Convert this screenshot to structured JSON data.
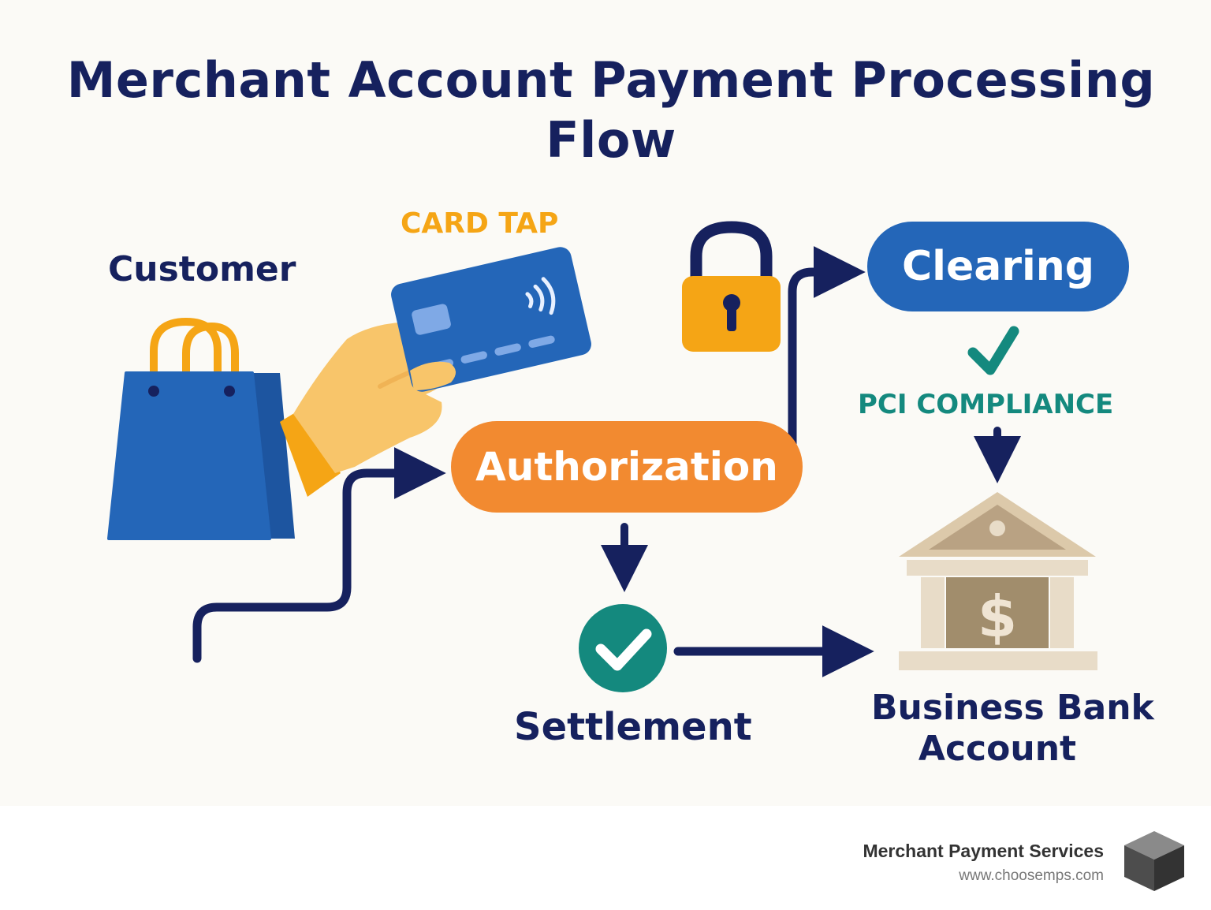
{
  "title": "Merchant Account Payment Processing Flow",
  "nodes": {
    "customer": "Customer",
    "card_tap": "CARD TAP",
    "authorization": "Authorization",
    "clearing": "Clearing",
    "pci_compliance": "PCI COMPLIANCE",
    "settlement": "Settlement",
    "bank_line1": "Business Bank",
    "bank_line2": "Account"
  },
  "edges": [
    {
      "from": "customer",
      "to": "authorization"
    },
    {
      "from": "authorization",
      "to": "clearing"
    },
    {
      "from": "authorization",
      "to": "settlement"
    },
    {
      "from": "clearing",
      "to": "business_bank_account",
      "via": "pci_compliance"
    },
    {
      "from": "settlement",
      "to": "business_bank_account"
    }
  ],
  "footer": {
    "brand": "Merchant Payment Services",
    "url": "www.choosemps.com"
  },
  "colors": {
    "navy": "#16215e",
    "blue": "#2466b8",
    "orange": "#f28a30",
    "amber": "#f5a515",
    "teal": "#14897e",
    "bank_tan": "#dcc9aa",
    "background": "#fbfaf6"
  },
  "icons": [
    "shopping-bag-icon",
    "hand-icon",
    "credit-card-icon",
    "contactless-icon",
    "padlock-icon",
    "checkmark-icon",
    "check-circle-icon",
    "bank-icon",
    "dollar-icon",
    "cube-logo-icon"
  ]
}
